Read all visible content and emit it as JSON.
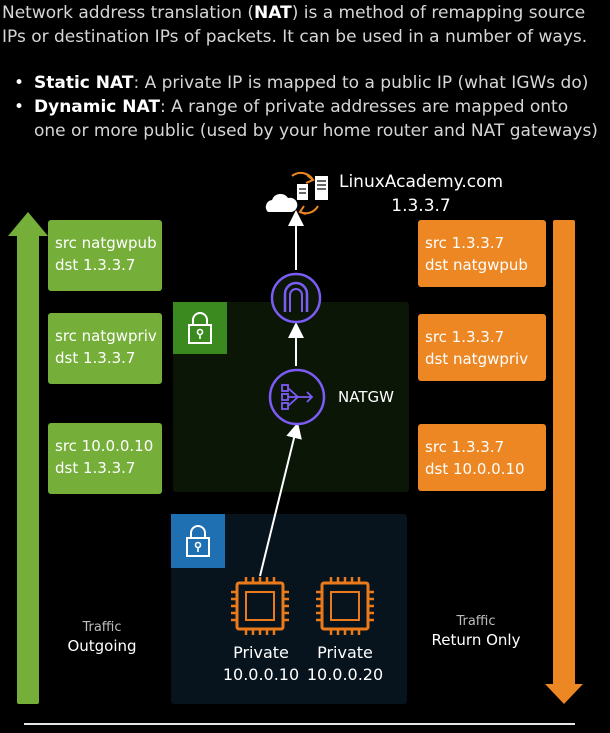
{
  "intro": {
    "part1": "Network address translation (",
    "nat_bold": "NAT",
    "part2": ") is a method of remapping source IPs or destination IPs of packets. It can be used in a number of ways."
  },
  "bullets": [
    {
      "term": "Static NAT",
      "text": ": A private IP is mapped to a public IP (what IGWs do)"
    },
    {
      "term": "Dynamic NAT",
      "text": ": A range of private addresses are mapped onto one or more public (used by your home router and NAT gateways)"
    }
  ],
  "site": {
    "name": "LinuxAcademy.com",
    "ip": "1.3.3.7"
  },
  "natgw_label": "NATGW",
  "outgoing": {
    "caption_small": "Traffic",
    "caption": "Outgoing",
    "packets": [
      {
        "src": "src natgwpub",
        "dst": "dst 1.3.3.7"
      },
      {
        "src": "src natgwpriv",
        "dst": "dst 1.3.3.7"
      },
      {
        "src": "src 10.0.0.10",
        "dst": "dst 1.3.3.7"
      }
    ]
  },
  "return": {
    "caption_small": "Traffic",
    "caption": "Return Only",
    "packets": [
      {
        "src": "src 1.3.3.7",
        "dst": "dst natgwpub"
      },
      {
        "src": "src 1.3.3.7",
        "dst": "dst natgwpriv"
      },
      {
        "src": "src 1.3.3.7",
        "dst": "dst 10.0.0.10"
      }
    ]
  },
  "instances": [
    {
      "label": "Private",
      "ip": "10.0.0.10"
    },
    {
      "label": "Private",
      "ip": "10.0.0.20"
    }
  ],
  "colors": {
    "outgoing": "#75af39",
    "return": "#ec8724",
    "gateway": "#7b5cf5",
    "chip": "#ea7a1b",
    "public_subnet_lock": "#3b8a1f",
    "private_subnet_lock": "#1f6fb3"
  }
}
